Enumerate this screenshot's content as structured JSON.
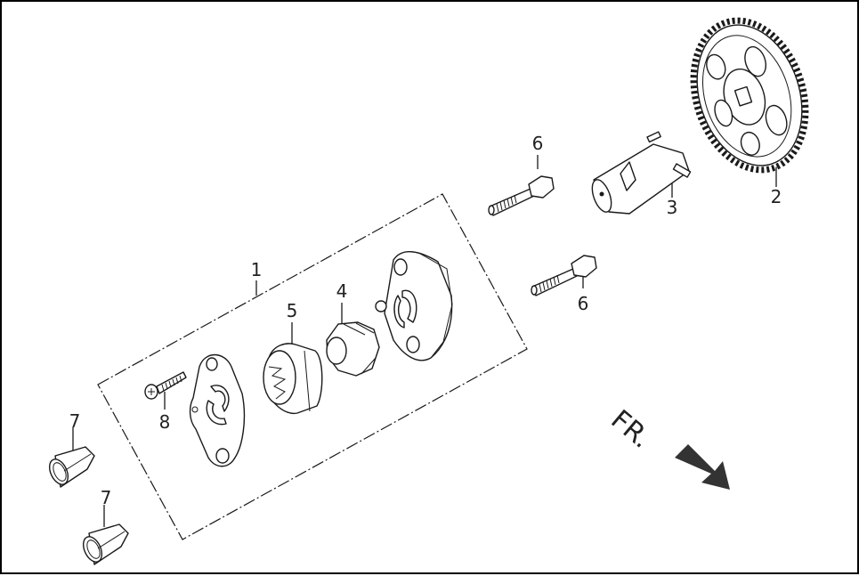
{
  "diagram": {
    "type": "exploded-parts-diagram",
    "subject": "oil pump assembly",
    "callouts": [
      {
        "id": "1",
        "label": "1",
        "part": "oil-pump-assembly"
      },
      {
        "id": "2",
        "label": "2",
        "part": "driven-gear"
      },
      {
        "id": "3",
        "label": "3",
        "part": "pump-shaft"
      },
      {
        "id": "4",
        "label": "4",
        "part": "inner-rotor"
      },
      {
        "id": "5",
        "label": "5",
        "part": "outer-rotor"
      },
      {
        "id": "6a",
        "label": "6",
        "part": "flange-bolt-upper"
      },
      {
        "id": "6b",
        "label": "6",
        "part": "flange-bolt-lower"
      },
      {
        "id": "7a",
        "label": "7",
        "part": "dowel-pin-upper"
      },
      {
        "id": "7b",
        "label": "7",
        "part": "dowel-pin-lower"
      },
      {
        "id": "8",
        "label": "8",
        "part": "screw"
      }
    ],
    "direction_indicator": {
      "label": "FR.",
      "icon": "arrow-down-right-icon",
      "color": "#333333"
    }
  }
}
